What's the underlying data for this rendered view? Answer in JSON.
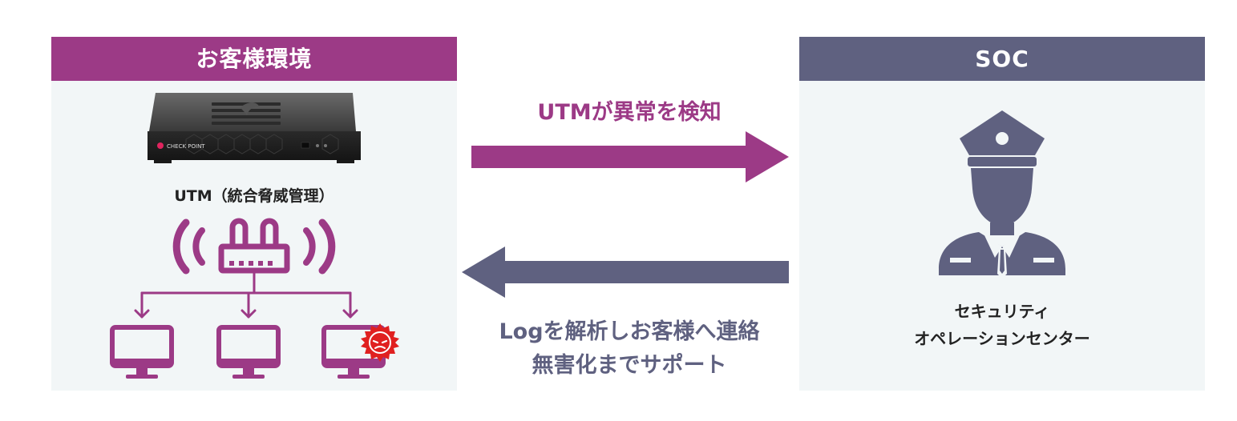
{
  "left_panel": {
    "title": "お客様環境",
    "utm_label": "UTM（統合脅威管理）",
    "device_brand": "CHECK POINT"
  },
  "right_panel": {
    "title": "SOC",
    "soc_label_line1": "セキュリティ",
    "soc_label_line2": "オペレーションセンター"
  },
  "flows": {
    "to_soc": "UTMが異常を検知",
    "to_customer_line1": "Logを解析しお客様へ連絡",
    "to_customer_line2": "無害化までサポート"
  },
  "colors": {
    "customer": "#9c3a86",
    "soc": "#5f6180",
    "panel_bg": "#f2f6f7",
    "virus": "#e02020"
  }
}
